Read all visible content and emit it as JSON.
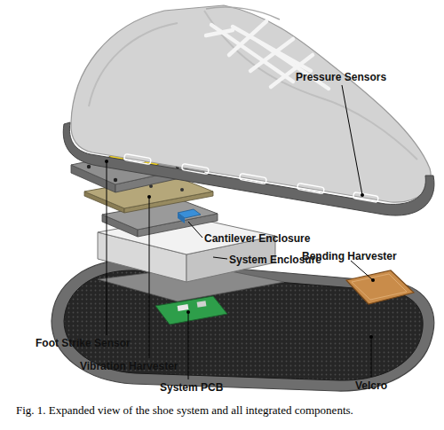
{
  "diagram": {
    "caption": "Fig. 1. Expanded view of the shoe system and all integrated components.",
    "labels": [
      "Pressure Sensors",
      "Cantilever Enclosure",
      "System Enclosure",
      "Bending Harvester",
      "Foot Strike Sensor",
      "Vibration Harvester",
      "System PCB",
      "Velcro"
    ]
  }
}
